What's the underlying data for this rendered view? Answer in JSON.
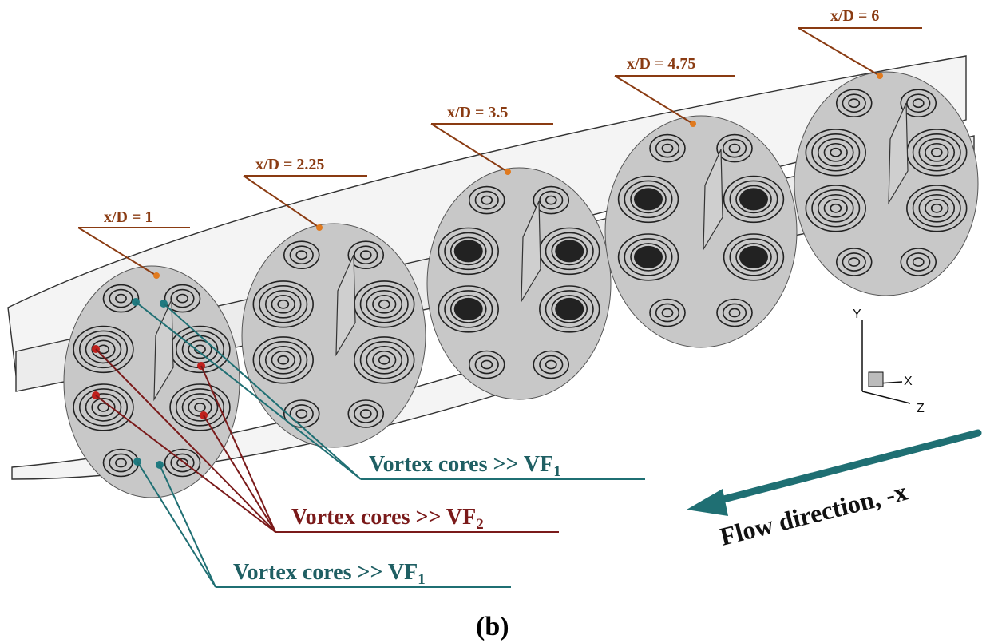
{
  "figure": {
    "caption": "(b)",
    "stations": [
      {
        "label": "x/D = 1"
      },
      {
        "label": "x/D = 2.25"
      },
      {
        "label": "x/D = 3.5"
      },
      {
        "label": "x/D = 4.75"
      },
      {
        "label": "x/D = 6"
      }
    ],
    "callouts": [
      {
        "text": "Vortex cores >> VF",
        "sub": "1",
        "color": "#1f5f63"
      },
      {
        "text": "Vortex cores >> VF",
        "sub": "2",
        "color": "#7a1a1a"
      },
      {
        "text": "Vortex cores >> VF",
        "sub": "1",
        "color": "#1f5f63"
      }
    ],
    "axes": {
      "y": "Y",
      "x": "X",
      "z": "Z"
    },
    "flow": {
      "label": "Flow direction, -x",
      "arrow_color": "#1f6f73"
    },
    "colors": {
      "station_label": "#8a3b12",
      "core_teal": "#1f7a80",
      "core_red": "#c0201c",
      "disk_fill": "#c8c8c8",
      "marker_orange": "#e07a1f"
    }
  }
}
